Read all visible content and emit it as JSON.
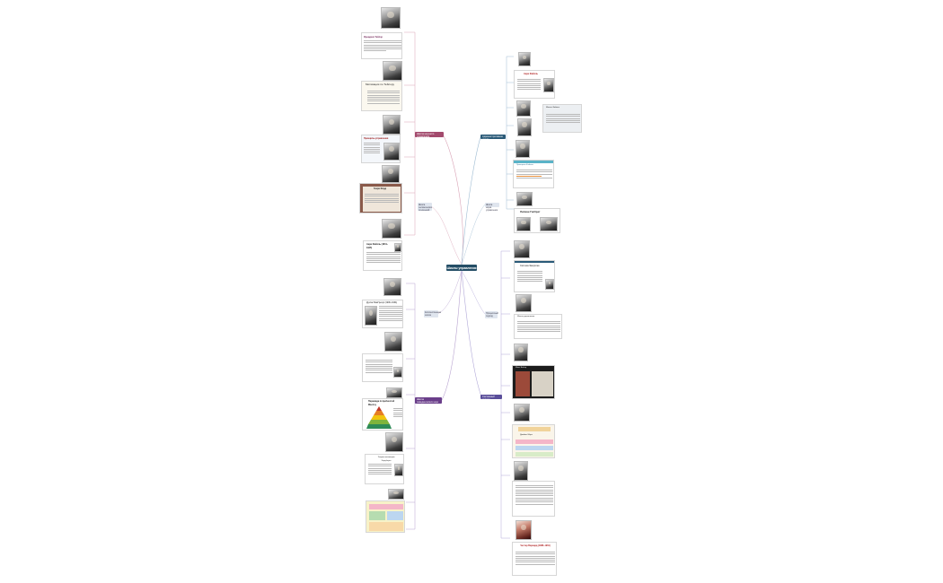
{
  "central": {
    "label": "Школы управления"
  },
  "branches": {
    "left_top": {
      "label": "Школа научного управления (классическая школа)"
    },
    "left_small": {
      "label": "Школа человеческих отношений"
    },
    "left_mid_small": {
      "label": "Количественная школа"
    },
    "left_bottom": {
      "label": "Школа поведенческих наук"
    },
    "right_top": {
      "label": "Административная школа"
    },
    "right_small": {
      "label": "Школа науки управления"
    },
    "right_mid_small": {
      "label": "Процессный подход"
    },
    "right_bottom": {
      "label": "Системный подход"
    }
  },
  "cards": {
    "card1_text": "Фредерик Тейлор",
    "card2_title": "Мотивация по Тейлору",
    "card3_title": "Принципы управления",
    "card4_title": "Генри Форд",
    "card5_title": "Анри Файоль (1841–1925)",
    "card6_title": "Дуглас МакГрегор (1906–1964)",
    "card7_title": "Пирамида потребностей Маслоу",
    "card8_title": "Теория мотивации Херцберга",
    "r_card1_title": "Анри Файоль",
    "r_card2_title": "Школа Файоля",
    "r_card3_title": "Принципы Файоля",
    "r_card4_title": "Лилиан Гилбрет",
    "r_card5_title": "Система Эмерсона",
    "r_card6_title": "Школа управления",
    "r_card7_title": "Макс Вебер",
    "r_card8_title": "Джеймс Мэрч",
    "r_card9_title": "Честер Барнард (1886–1961)"
  },
  "colors": {
    "central": "#244e66",
    "left_top": "#a34a6d",
    "left_bottom": "#6a3e8a",
    "right_top": "#2a5a78",
    "right_bottom": "#5a4e9a",
    "link_red": "#d9a3b6",
    "link_purple": "#b8a3d0",
    "link_blue": "#9fbcd3",
    "link_violet": "#b1a8d8"
  }
}
